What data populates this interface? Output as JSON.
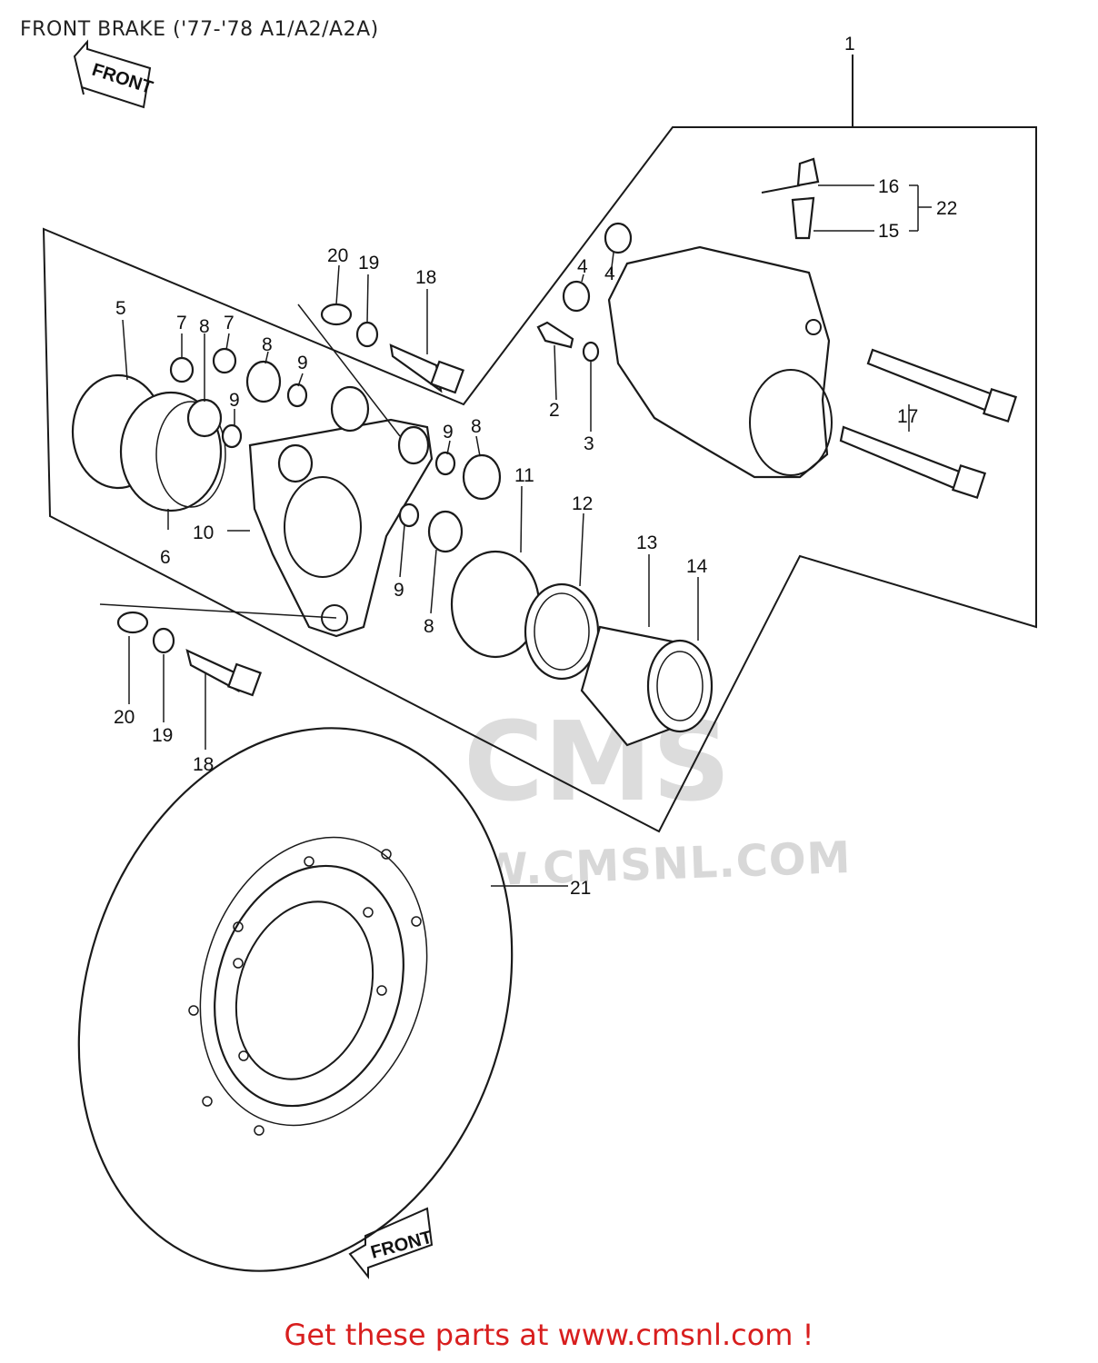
{
  "title": "FRONT BRAKE ('77-'78 A1/A2/A2A)",
  "footer_promo": "Get these parts at www.cmsnl.com !",
  "watermark": {
    "logo_text": "CMS",
    "url_text": "WWW.CMSNL.COM"
  },
  "direction_arrows": [
    {
      "text": "FRONT"
    },
    {
      "text": "FRONT"
    }
  ],
  "callouts": [
    {
      "id": "c1",
      "number": "1"
    },
    {
      "id": "c2",
      "number": "2"
    },
    {
      "id": "c3",
      "number": "3"
    },
    {
      "id": "c4a",
      "number": "4"
    },
    {
      "id": "c4b",
      "number": "4"
    },
    {
      "id": "c5",
      "number": "5"
    },
    {
      "id": "c6",
      "number": "6"
    },
    {
      "id": "c7a",
      "number": "7"
    },
    {
      "id": "c7b",
      "number": "7"
    },
    {
      "id": "c8a",
      "number": "8"
    },
    {
      "id": "c8b",
      "number": "8"
    },
    {
      "id": "c8c",
      "number": "8"
    },
    {
      "id": "c8d",
      "number": "8"
    },
    {
      "id": "c9a",
      "number": "9"
    },
    {
      "id": "c9b",
      "number": "9"
    },
    {
      "id": "c9c",
      "number": "9"
    },
    {
      "id": "c9d",
      "number": "9"
    },
    {
      "id": "c10",
      "number": "10"
    },
    {
      "id": "c11",
      "number": "11"
    },
    {
      "id": "c12",
      "number": "12"
    },
    {
      "id": "c13",
      "number": "13"
    },
    {
      "id": "c14",
      "number": "14"
    },
    {
      "id": "c15",
      "number": "15"
    },
    {
      "id": "c16",
      "number": "16"
    },
    {
      "id": "c17",
      "number": "17"
    },
    {
      "id": "c18a",
      "number": "18"
    },
    {
      "id": "c18b",
      "number": "18"
    },
    {
      "id": "c19a",
      "number": "19"
    },
    {
      "id": "c19b",
      "number": "19"
    },
    {
      "id": "c20a",
      "number": "20"
    },
    {
      "id": "c20b",
      "number": "20"
    },
    {
      "id": "c21",
      "number": "21"
    },
    {
      "id": "c22",
      "number": "22"
    }
  ],
  "colors": {
    "line": "#1a1a1a",
    "promo": "#d81e1e",
    "watermark": "#dcdcdc"
  }
}
